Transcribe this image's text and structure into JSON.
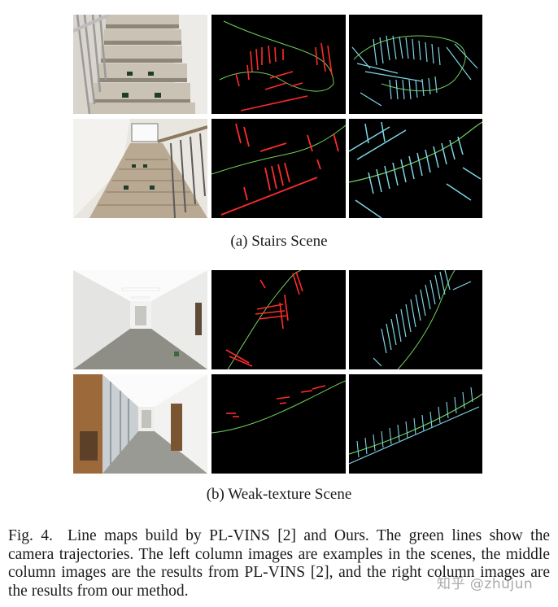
{
  "figure": {
    "label": "Fig. 4.",
    "caption": "Line maps build by PL-VINS [2] and Ours. The green lines show the camera trajectories. The left column images are examples in the scenes, the middle column images are the results from PL-VINS [2], and the right column images are the results from our method.",
    "subfigures": [
      {
        "id": "a",
        "caption": "(a) Stairs Scene"
      },
      {
        "id": "b",
        "caption": "(b) Weak-texture Scene"
      }
    ]
  },
  "watermark": "知乎 @zhujun",
  "colors": {
    "plvins_lines": "#ff2a2a",
    "ours_lines": "#7fd6e6",
    "trajectory": "#6fcf5a",
    "panel_background": "#000000"
  }
}
